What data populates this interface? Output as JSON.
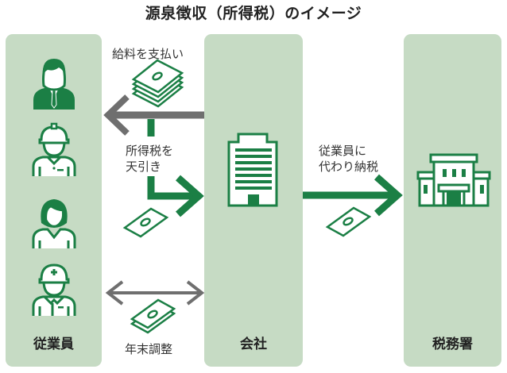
{
  "title": "源泉徴収（所得税）のイメージ",
  "colors": {
    "panel_bg": "#c6dbc4",
    "accent_green": "#1b7f45",
    "arrow_gray": "#6f6f6f",
    "text": "#222222"
  },
  "panels": {
    "employees": {
      "label": "従業員",
      "icons": [
        "office-worker-icon",
        "construction-worker-icon",
        "female-employee-icon",
        "site-worker-icon"
      ]
    },
    "company": {
      "label": "会社",
      "icon": "office-building-icon"
    },
    "tax_office": {
      "label": "税務署",
      "icon": "tax-office-building-icon"
    }
  },
  "flows": {
    "salary": {
      "label": "給料を支払い",
      "direction": "company-to-employees",
      "icon": "money-stack-icon"
    },
    "withholding": {
      "label_line1": "所得税を",
      "label_line2": "天引き",
      "direction": "employees-to-company",
      "icon": "banknote-icon"
    },
    "payment": {
      "label_line1": "従業員に",
      "label_line2": "代わり納税",
      "direction": "company-to-tax-office",
      "icon": "banknote-icon"
    },
    "year_end": {
      "label": "年末調整",
      "direction": "bidirectional",
      "icon": "money-pair-icon"
    }
  }
}
